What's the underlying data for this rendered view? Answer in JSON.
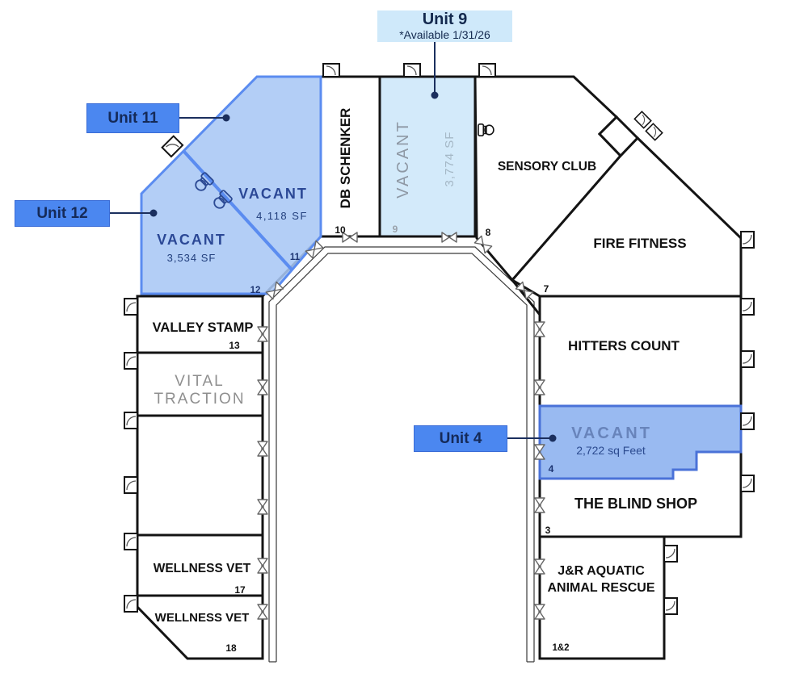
{
  "callouts": {
    "unit9": {
      "label": "Unit 9",
      "note": "*Available 1/31/26"
    },
    "unit11": {
      "label": "Unit 11"
    },
    "unit12": {
      "label": "Unit 12"
    },
    "unit4": {
      "label": "Unit 4"
    }
  },
  "units": {
    "unit11": {
      "status": "VACANT",
      "area": "4,118 SF",
      "number": "11"
    },
    "unit12": {
      "status": "VACANT",
      "area": "3,534 SF",
      "number": "12"
    },
    "unit10": {
      "tenant": "DB SCHENKER",
      "number": "10"
    },
    "unit9": {
      "status": "VACANT",
      "area": "3,774 SF",
      "number": "9"
    },
    "unit8": {
      "tenant": "SENSORY CLUB",
      "number": "8"
    },
    "unit7": {
      "tenant": "FIRE FITNESS",
      "number": "7"
    },
    "hitters_count": {
      "tenant": "HITTERS COUNT"
    },
    "unit4": {
      "status": "VACANT",
      "area": "2,722 sq Feet",
      "number": "4"
    },
    "unit3": {
      "tenant": "THE BLIND SHOP",
      "number": "3"
    },
    "unit1_2": {
      "tenant_line1": "J&R AQUATIC",
      "tenant_line2": "ANIMAL RESCUE",
      "number": "1&2"
    },
    "unit13": {
      "tenant": "VALLEY STAMP",
      "number": "13"
    },
    "vital_traction": {
      "tenant_line1": "VITAL",
      "tenant_line2": "TRACTION"
    },
    "unit17": {
      "tenant": "WELLNESS VET",
      "number": "17"
    },
    "unit18": {
      "tenant": "WELLNESS VET",
      "number": "18"
    }
  },
  "colors": {
    "callout_blue": "#4b87f0",
    "callout_light_blue": "#cfe9fa",
    "unit_fill_blue": "#a9c7f5",
    "unit_border_blue": "#5b8cf0",
    "unit9_fill": "#d3eafa",
    "unit4_fill": "#7fa9ee",
    "unit4_border": "#4a72d8",
    "navy_text": "#16305f",
    "vacant_slate": "#6884bb",
    "gray_label": "#8f8f8f",
    "wall": "#141414"
  },
  "icons": {
    "door-icon": "quarter-arc swing door",
    "double-door-icon": "bowtie double door",
    "restroom-icon": "toilet glyph",
    "leader-dot": "filled circle"
  }
}
